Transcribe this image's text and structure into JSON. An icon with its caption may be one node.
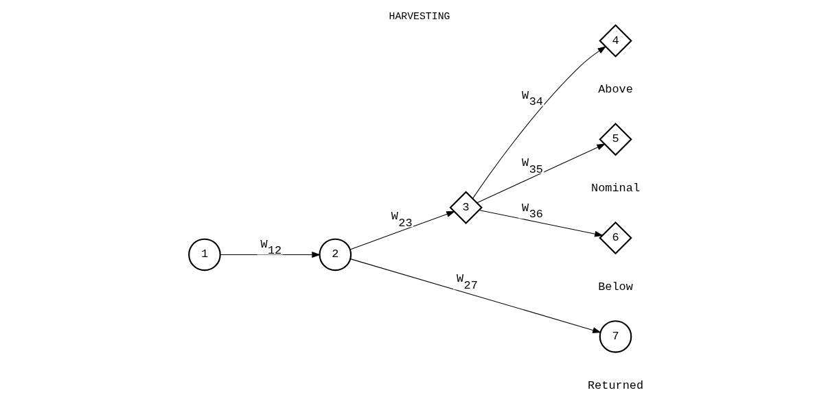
{
  "diagram": {
    "title": "HARVESTING",
    "nodes": [
      {
        "text": [
          "1"
        ]
      },
      {
        "text": [
          "2"
        ]
      },
      {
        "text": [
          "3"
        ]
      },
      {
        "text": [
          "4"
        ],
        "beside": [
          "Above"
        ]
      },
      {
        "text": [
          "5"
        ],
        "beside": [
          "Nominal"
        ]
      },
      {
        "text": [
          "6"
        ],
        "beside": [
          "Below"
        ]
      },
      {
        "text": [
          "7"
        ],
        "beside": [
          "Returned"
        ]
      }
    ],
    "edges": [
      {
        "from": 0,
        "to": 1,
        "arrow": "to",
        "label": "W$_{12}$"
      },
      {
        "from": 1,
        "to": 2,
        "arrow": "to",
        "label": "W$_{23}$"
      },
      {
        "from": 2,
        "to": 3,
        "arrow": "to",
        "label": "W$_{34}$"
      },
      {
        "from": 2,
        "to": 4,
        "arrow": "to",
        "label": "W$_{35}$"
      },
      {
        "from": 2,
        "to": 5,
        "arrow": "to",
        "label": "W$_{36}$"
      },
      {
        "from": 1,
        "to": 6,
        "arrow": "to",
        "label": "W$_{27}$"
      }
    ]
  }
}
